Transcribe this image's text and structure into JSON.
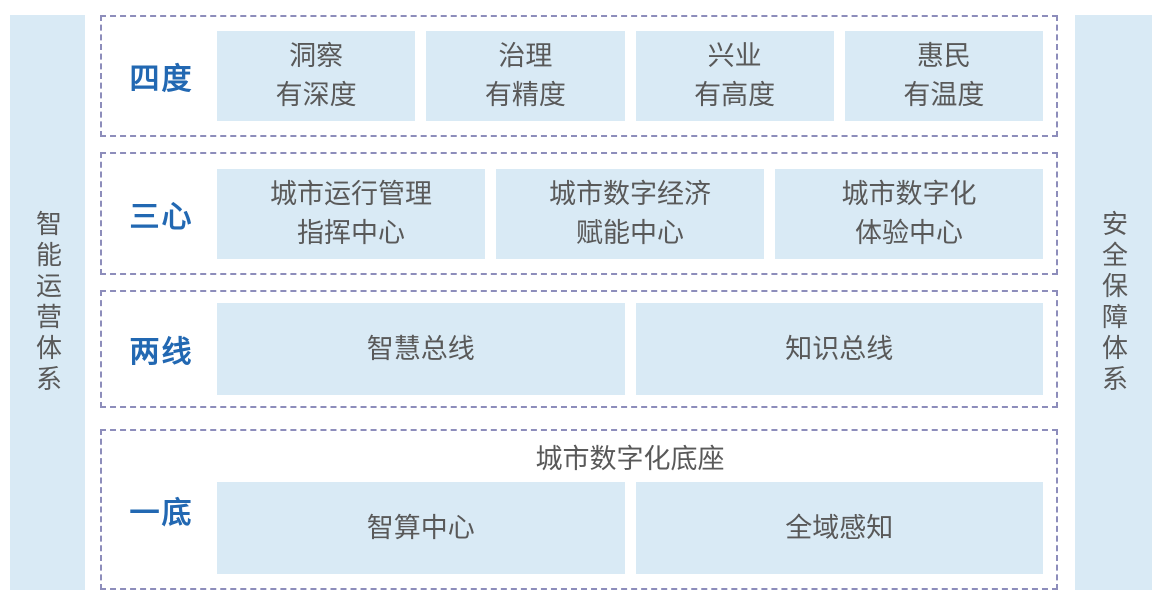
{
  "diagram": {
    "left_pillar": {
      "label": "智能运营体系"
    },
    "right_pillar": {
      "label": "安全保障体系"
    },
    "rows": [
      {
        "label": "四度",
        "boxes": [
          {
            "lines": [
              "洞察",
              "有深度"
            ]
          },
          {
            "lines": [
              "治理",
              "有精度"
            ]
          },
          {
            "lines": [
              "兴业",
              "有高度"
            ]
          },
          {
            "lines": [
              "惠民",
              "有温度"
            ]
          }
        ]
      },
      {
        "label": "三心",
        "boxes": [
          {
            "lines": [
              "城市运行管理",
              "指挥中心"
            ]
          },
          {
            "lines": [
              "城市数字经济",
              "赋能中心"
            ]
          },
          {
            "lines": [
              "城市数字化",
              "体验中心"
            ]
          }
        ]
      },
      {
        "label": "两线",
        "boxes": [
          {
            "lines": [
              "智慧总线"
            ]
          },
          {
            "lines": [
              "知识总线"
            ]
          }
        ]
      },
      {
        "label": "一底",
        "title": "城市数字化底座",
        "boxes": [
          {
            "lines": [
              "智算中心"
            ]
          },
          {
            "lines": [
              "全域感知"
            ]
          }
        ]
      }
    ]
  },
  "colors": {
    "background": "#ffffff",
    "box_fill": "#d9eaf5",
    "pillar_fill": "#d9eaf5",
    "label_blue": "#2268b2",
    "text_gray": "#595959",
    "dashed_border": "#8d8dbb"
  }
}
